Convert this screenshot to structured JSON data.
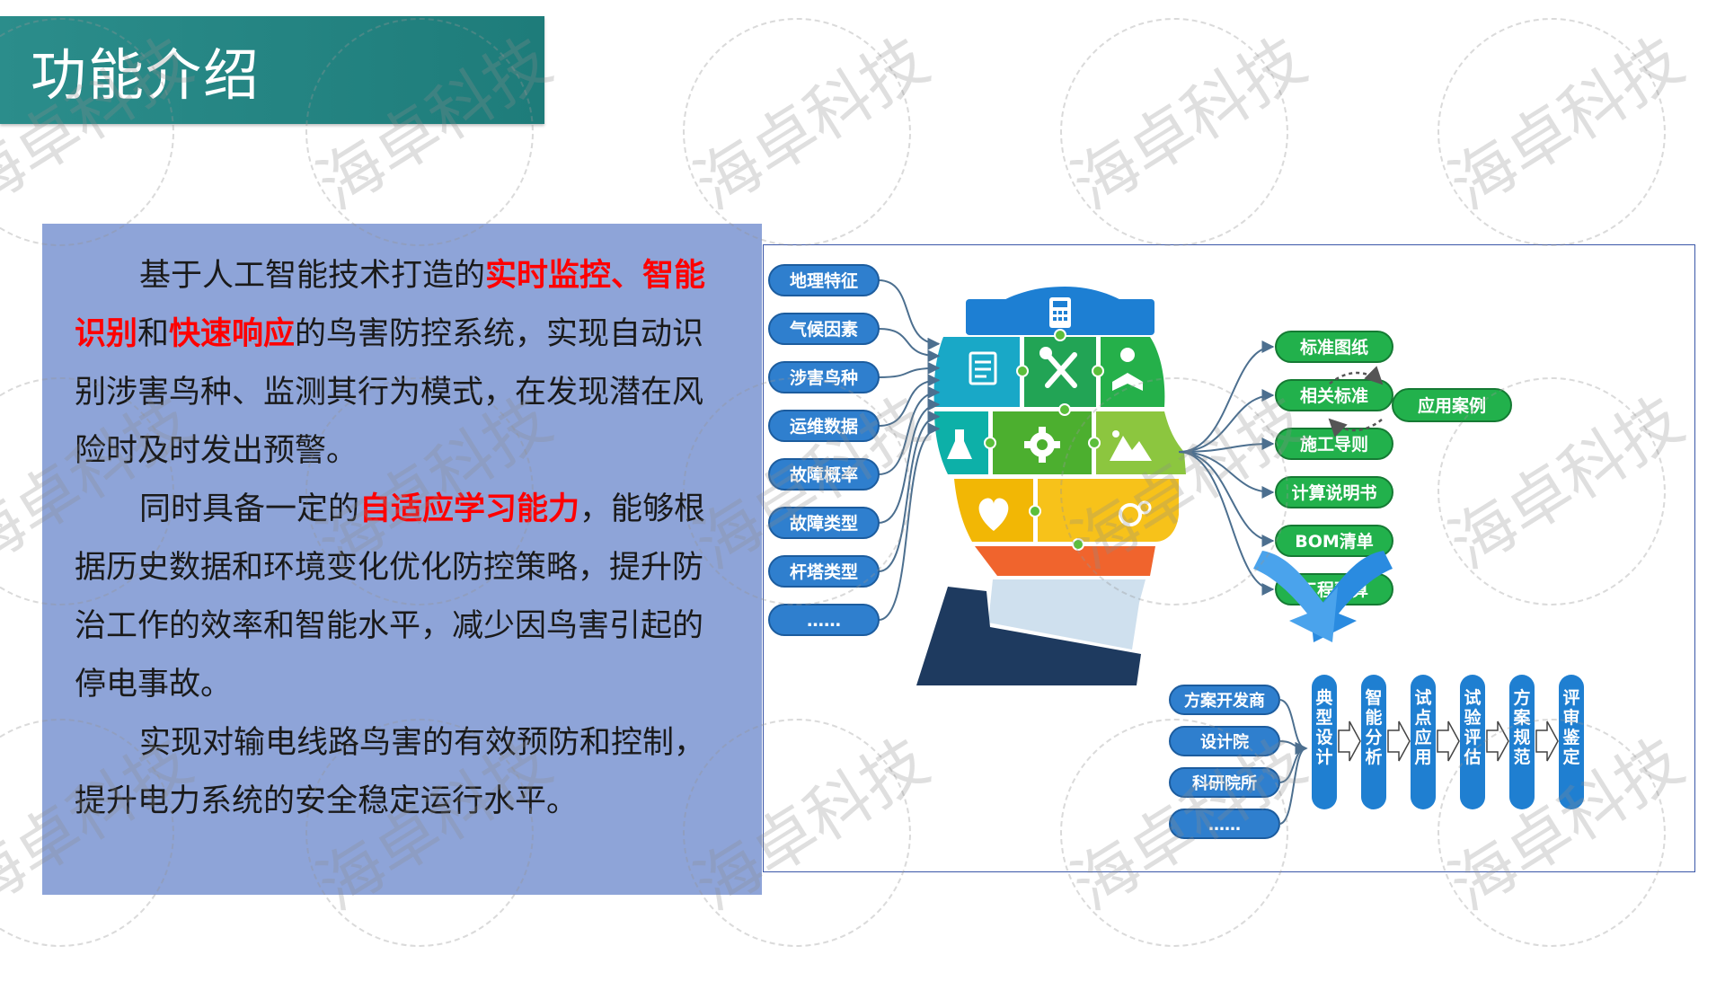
{
  "header": {
    "title": "功能介绍"
  },
  "text_panel": {
    "paragraphs": [
      {
        "runs": [
          {
            "text": "基于人工智能技术打造的",
            "highlight": false
          },
          {
            "text": "实时监控",
            "highlight": true
          },
          {
            "text": "、",
            "highlight": true
          },
          {
            "text": "智能识别",
            "highlight": true
          },
          {
            "text": "和",
            "highlight": false
          },
          {
            "text": "快速响应",
            "highlight": true
          },
          {
            "text": "的鸟害防控系统，实现自动识别涉害鸟种、监测其行为模式，在发现潜在风险时及时发出预警。",
            "highlight": false
          }
        ]
      },
      {
        "runs": [
          {
            "text": "同时具备一定的",
            "highlight": false
          },
          {
            "text": "自适应学习能力",
            "highlight": true
          },
          {
            "text": "，能够根据历史数据和环境变化优化防控策略，提升防治工作的效率和智能水平，减少因鸟害引起的停电事故。",
            "highlight": false
          }
        ]
      },
      {
        "runs": [
          {
            "text": "实现对输电线路鸟害的有效预防和控制，提升电力系统的安全稳定运行水平。",
            "highlight": false
          }
        ]
      }
    ],
    "highlight_color": "#ff0000",
    "background_color": "#8ea4d8"
  },
  "diagram": {
    "inputs": [
      "地理特征",
      "气候因素",
      "涉害鸟种",
      "运维数据",
      "故障概率",
      "故障类型",
      "杆塔类型",
      "……"
    ],
    "outputs": [
      "标准图纸",
      "相关标准",
      "施工导则",
      "计算说明书",
      "BOM清单",
      "工程预算"
    ],
    "case_label": "应用案例",
    "sources": [
      "方案开发商",
      "设计院",
      "科研院所",
      "……"
    ],
    "process_steps": [
      "典型设计",
      "智能分析",
      "试点应用",
      "试验评估",
      "方案规范",
      "评审鉴定"
    ],
    "head_icons": [
      "calculator-icon",
      "document-icon",
      "tools-icon",
      "book-reader-icon",
      "flask-icon",
      "gear-icon",
      "mountain-icon",
      "heart-icon",
      "gears-icon"
    ],
    "colors": {
      "input_pill": "#2f7fce",
      "output_pill": "#22b14c",
      "step_bar": "#1f7fd1",
      "connector": "#4c6f8f",
      "blue_arrows": "#2a8be0",
      "suit": "#1e3a5f",
      "collar": "#cfe0ee",
      "neck": "#f0642d"
    }
  },
  "watermark": {
    "text": "海卓科技"
  }
}
